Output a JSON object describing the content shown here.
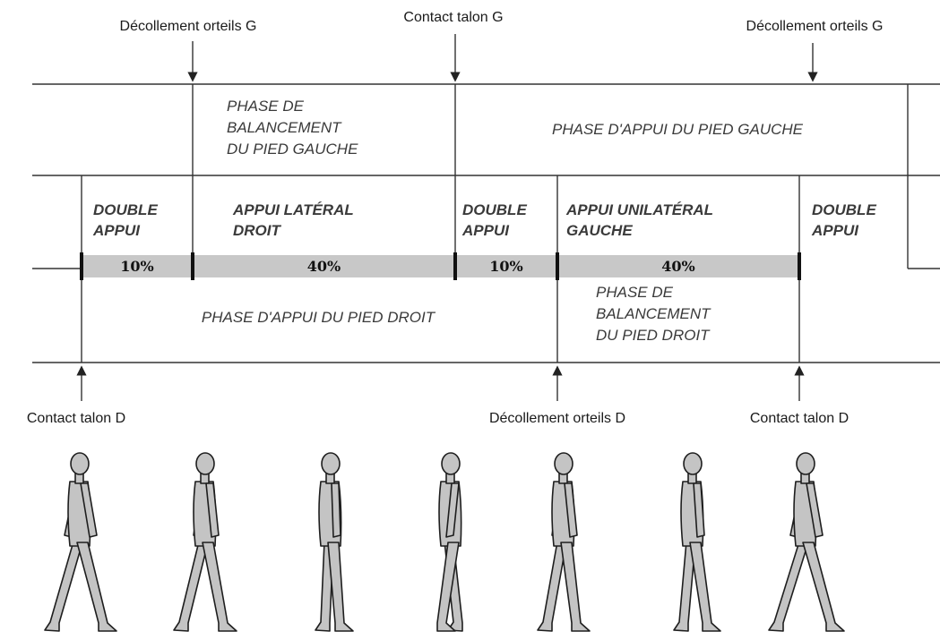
{
  "events_top": [
    "Décollement orteils G",
    "Contact talon G",
    "Décollement orteils G"
  ],
  "left_foot_phases": {
    "swing": [
      "PHASE DE",
      "BALANCEMENT",
      "DU PIED GAUCHE"
    ],
    "stance": "PHASE D'APPUI DU PIED GAUCHE"
  },
  "support_phases": [
    [
      "DOUBLE",
      "APPUI"
    ],
    [
      "APPUI LATÉRAL",
      "DROIT"
    ],
    [
      "DOUBLE",
      "APPUI"
    ],
    [
      "APPUI UNILATÉRAL",
      "GAUCHE"
    ],
    [
      "DOUBLE",
      "APPUI"
    ]
  ],
  "percentages": [
    "10%",
    "40%",
    "10%",
    "40%"
  ],
  "percentage_values": [
    10,
    40,
    10,
    40
  ],
  "right_foot_phases": {
    "stance": "PHASE D'APPUI DU PIED DROIT",
    "swing": [
      "PHASE DE",
      "BALANCEMENT",
      "DU PIED DROIT"
    ]
  },
  "events_bottom": [
    "Contact talon D",
    "Décollement orteils D",
    "Contact talon D"
  ],
  "colors": {
    "bar_fill": "#c8c8c8",
    "line": "#333333",
    "text": "#3a3a3a",
    "figure": "#c4c4c4"
  },
  "figures": [
    "walking-figure",
    "walking-figure",
    "walking-figure",
    "walking-figure",
    "walking-figure",
    "walking-figure",
    "walking-figure"
  ]
}
